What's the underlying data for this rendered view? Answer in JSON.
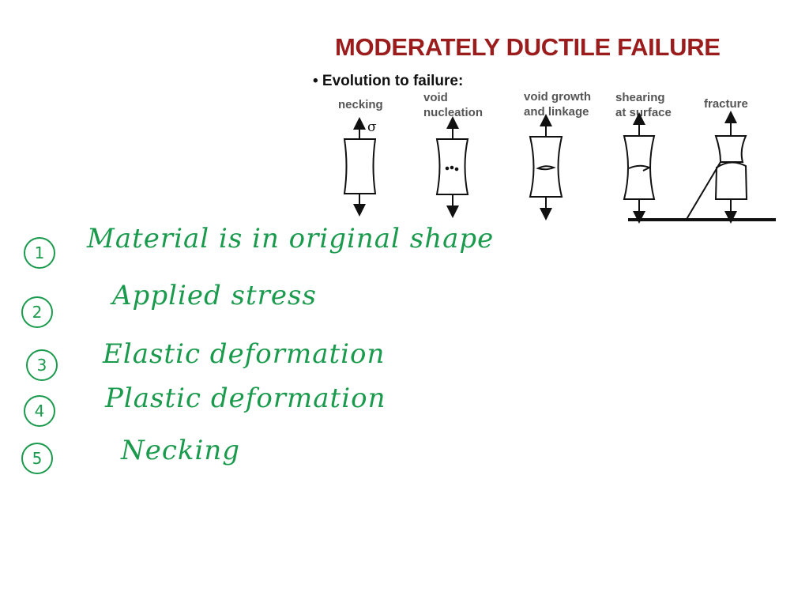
{
  "slide": {
    "title": "MODERATELY DUCTILE FAILURE",
    "subtitle": "• Evolution to failure:",
    "stages": [
      {
        "label_line1": "necking",
        "label_line2": ""
      },
      {
        "label_line1": "void",
        "label_line2": "nucleation"
      },
      {
        "label_line1": "void growth",
        "label_line2": "and linkage"
      },
      {
        "label_line1": "shearing",
        "label_line2": "at surface"
      },
      {
        "label_line1": "fracture",
        "label_line2": ""
      }
    ],
    "sigma": "σ"
  },
  "notes": [
    {
      "number": "1",
      "text": "Material is in original shape"
    },
    {
      "number": "2",
      "text": "Applied stress"
    },
    {
      "number": "3",
      "text": "Elastic deformation"
    },
    {
      "number": "4",
      "text": "Plastic deformation"
    },
    {
      "number": "5",
      "text": "Necking"
    }
  ],
  "colors": {
    "title": "#9b1c1c",
    "handwriting": "#1a9a4c",
    "labels": "#555555"
  }
}
